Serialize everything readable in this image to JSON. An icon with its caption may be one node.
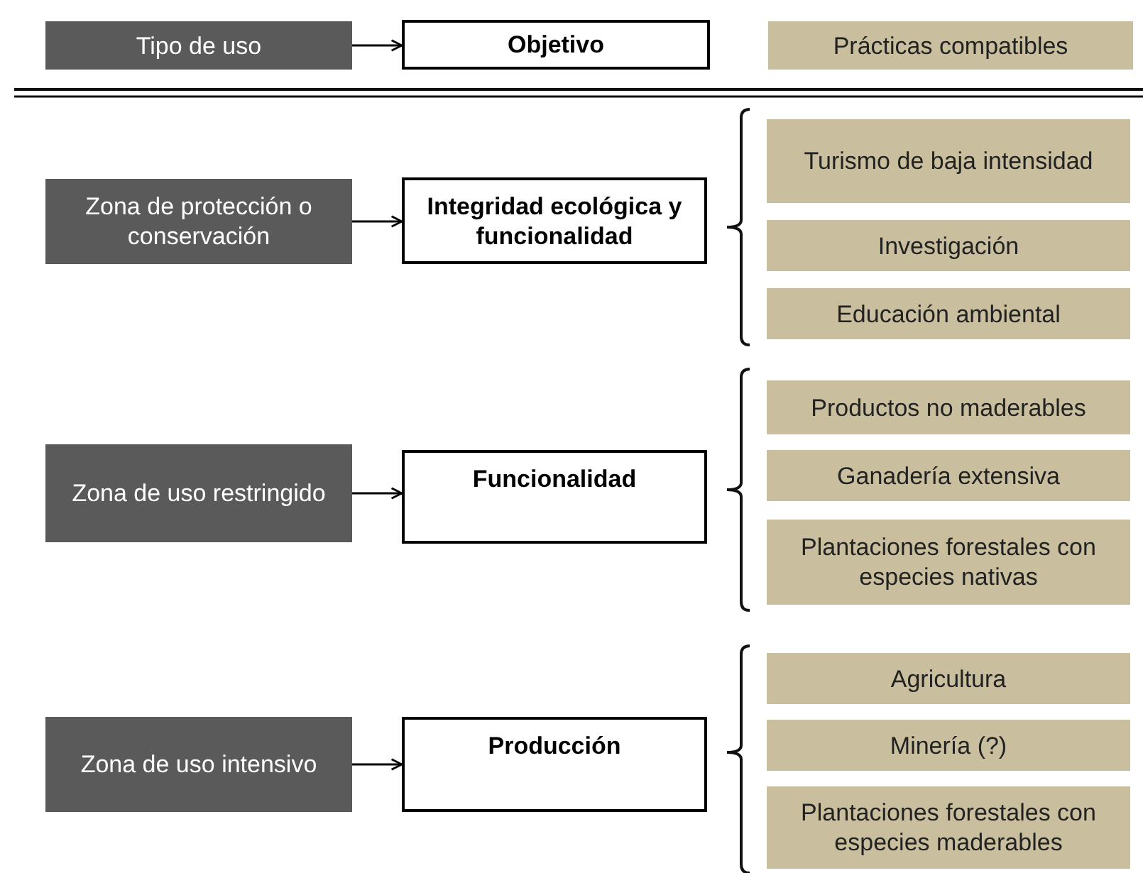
{
  "diagram": {
    "nodes": [
      {
        "text": [
          "Tipo de uso"
        ]
      },
      {
        "text": [
          "Objetivo"
        ]
      },
      {
        "text": [
          "Prácticas compatibles"
        ]
      },
      {
        "text": [
          "Zona de protección o conservación"
        ]
      },
      {
        "text": [
          "Integridad ecológica y funcionalidad"
        ]
      },
      {
        "text": [
          "Turismo de baja intensidad"
        ]
      },
      {
        "text": [
          "Investigación"
        ]
      },
      {
        "text": [
          "Educación ambiental"
        ]
      },
      {
        "text": [
          "Zona de uso restringido"
        ]
      },
      {
        "text": [
          "Funcionalidad"
        ]
      },
      {
        "text": [
          "Productos no maderables"
        ]
      },
      {
        "text": [
          "Ganadería extensiva"
        ]
      },
      {
        "text": [
          "Plantaciones forestales con especies nativas"
        ]
      },
      {
        "text": [
          "Zona de uso intensivo"
        ]
      },
      {
        "text": [
          "Producción"
        ]
      },
      {
        "text": [
          "Agricultura"
        ]
      },
      {
        "text": [
          "Minería (?)"
        ]
      },
      {
        "text": [
          "Plantaciones forestales con especies maderables"
        ]
      }
    ],
    "edges": [
      {
        "from": 0,
        "to": 1,
        "arrow": "to"
      },
      {
        "from": 3,
        "to": 4,
        "arrow": "to"
      },
      {
        "from": 8,
        "to": 9,
        "arrow": "to"
      },
      {
        "from": 13,
        "to": 14,
        "arrow": "to"
      }
    ]
  }
}
